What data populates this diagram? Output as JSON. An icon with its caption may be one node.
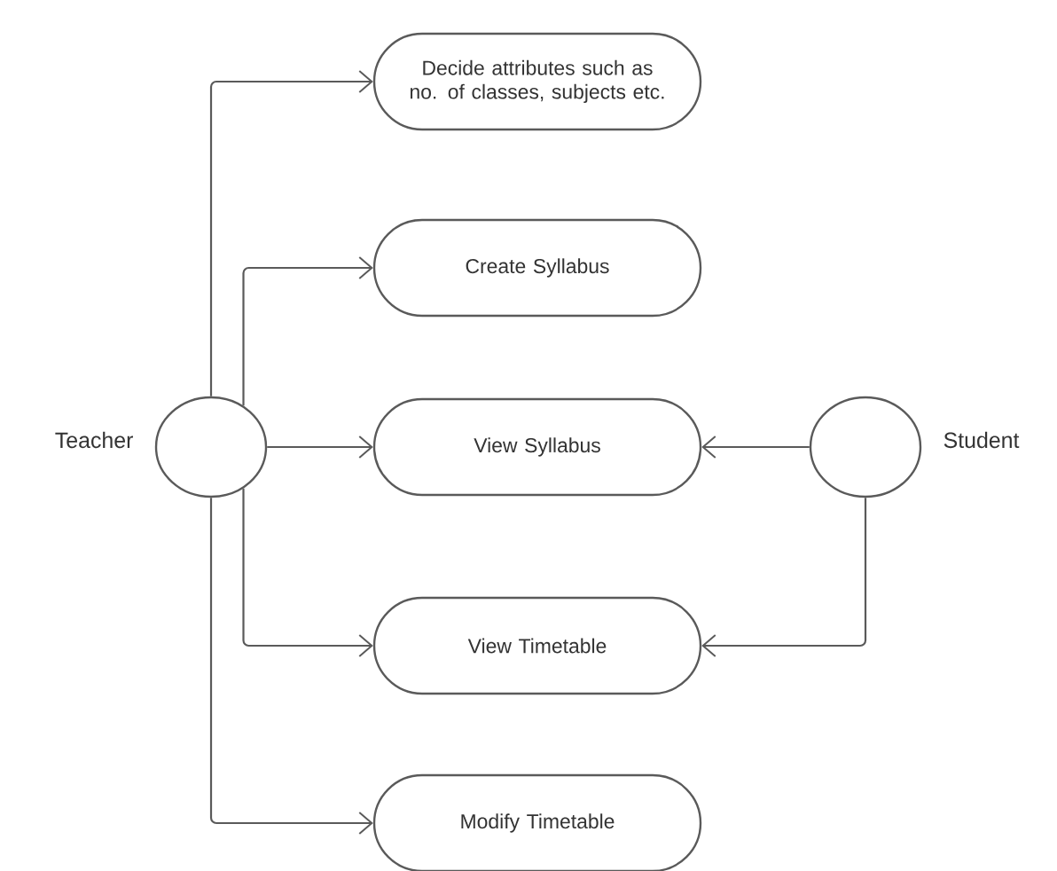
{
  "diagram": {
    "nodes": [
      {
        "text": [
          "Decide attributes such as no. of classes, subjects etc."
        ]
      },
      {
        "text": [
          "Create Syllabus"
        ]
      },
      {
        "text": [],
        "shape": "circle",
        "beside": [
          "Teacher"
        ]
      },
      {
        "text": [
          "View Syllabus"
        ]
      },
      {
        "text": [],
        "shape": "circle",
        "beside": [
          "Student"
        ]
      },
      {
        "text": [
          "View Timetable"
        ]
      },
      {
        "text": [
          "Modify Timetable"
        ]
      }
    ],
    "edges": [
      {
        "from": 2,
        "to": 0,
        "arrow": "to"
      },
      {
        "from": 2,
        "to": 1,
        "arrow": "to"
      },
      {
        "from": 2,
        "to": 3,
        "arrow": "to"
      },
      {
        "from": 2,
        "to": 5,
        "arrow": "to"
      },
      {
        "from": 2,
        "to": 6,
        "arrow": "to"
      },
      {
        "from": 4,
        "to": 3,
        "arrow": "to"
      },
      {
        "from": 4,
        "to": 5,
        "arrow": "to"
      }
    ]
  }
}
